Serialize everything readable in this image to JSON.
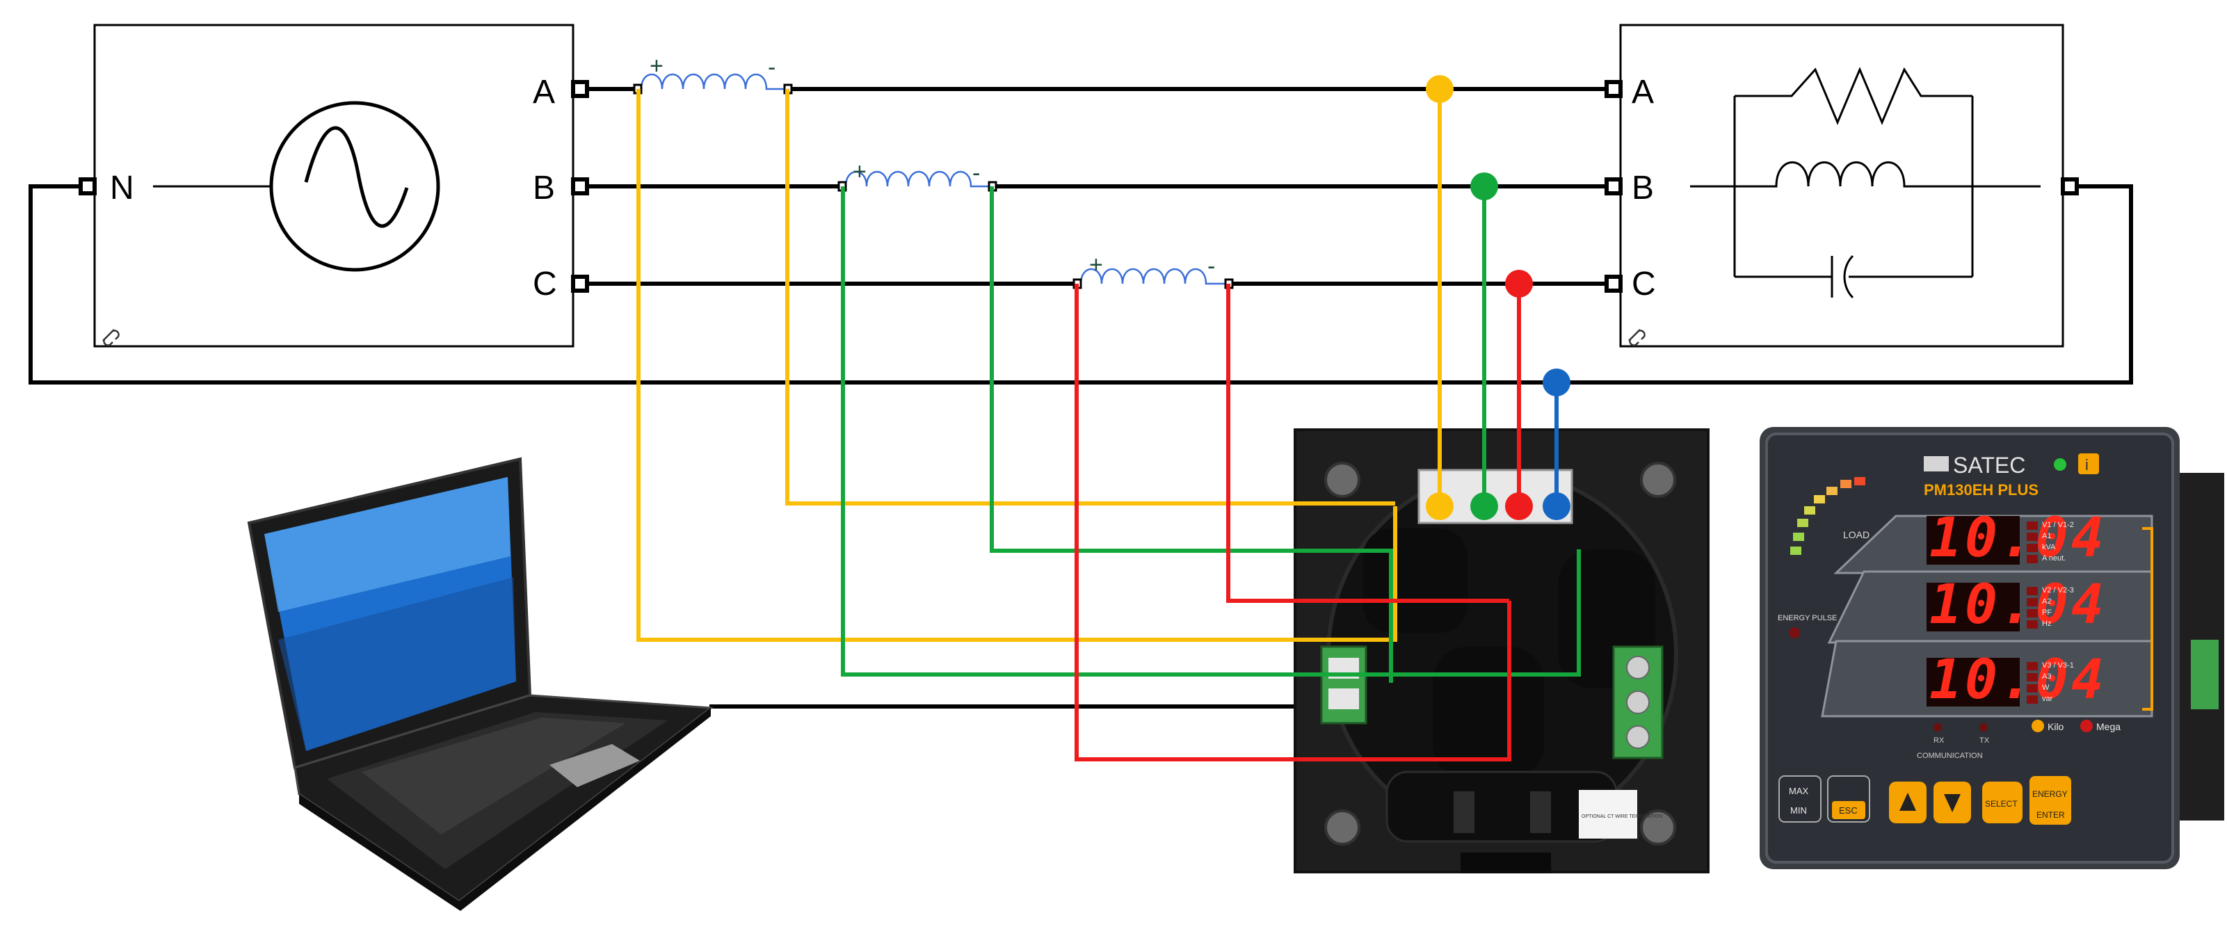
{
  "source": {
    "neutral_label": "N",
    "phases": [
      "A",
      "B",
      "C"
    ]
  },
  "load": {
    "phases": [
      "A",
      "B",
      "C"
    ]
  },
  "ct": {
    "plus": "+",
    "minus": "-"
  },
  "wire_colors": {
    "phase_a": "#fbbf0a",
    "phase_b": "#14a83c",
    "phase_c": "#ee1c1c",
    "neutral": "#1667c4"
  },
  "meter": {
    "brand": "SATEC",
    "model": "PM130EH  PLUS",
    "load_label": "LOAD",
    "energy_pulse": "ENERGY PULSE",
    "readings": [
      "10.04",
      "10.04",
      "10.04"
    ],
    "row1_labels": [
      "V1 / V1-2",
      "A1",
      "kVA",
      "A neut."
    ],
    "row2_labels": [
      "V2 / V2-3",
      "A2",
      "PF",
      "Hz"
    ],
    "row3_labels": [
      "V3 / V3-1",
      "A3",
      "W",
      "var"
    ],
    "kilo": "Kilo",
    "mega": "Mega",
    "communication": "COMMUNICATION",
    "rx": "RX",
    "tx": "TX",
    "max": "MAX",
    "min": "MIN",
    "esc": "ESC",
    "select": "SELECT",
    "energy": "ENERGY",
    "enter": "ENTER",
    "info": "i"
  },
  "ct_terminal_note": "OPTIONAL CT WIRE TERMINATION"
}
